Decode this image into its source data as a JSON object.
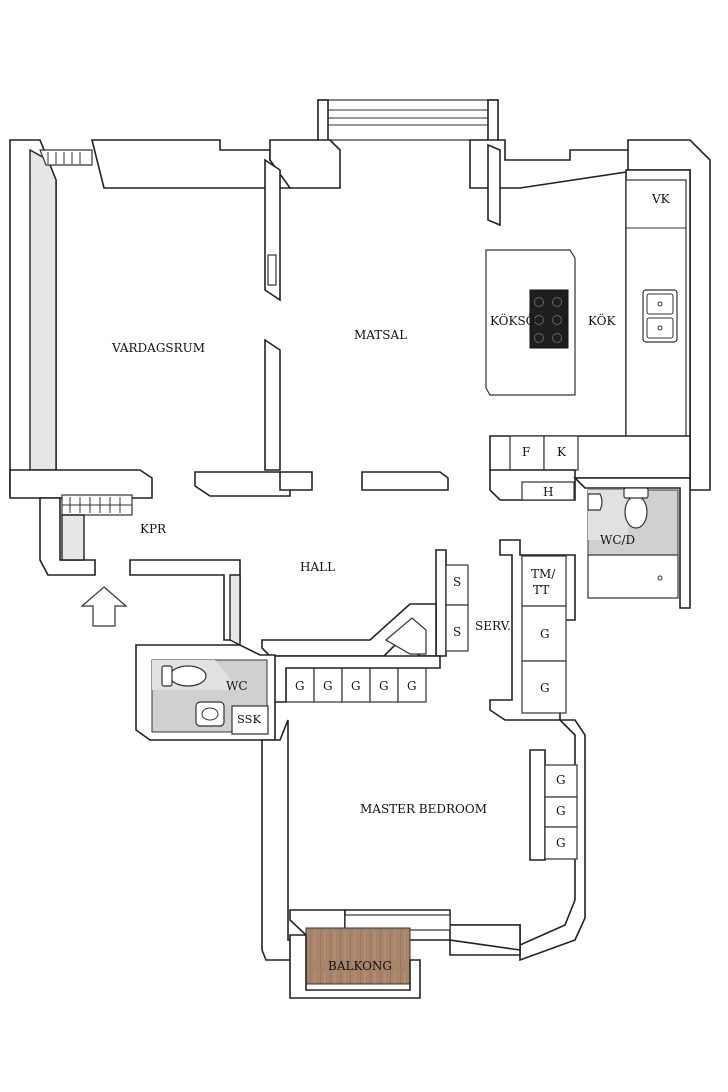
{
  "rooms": {
    "vardagsrum": "VARDAGSRUM",
    "matsal": "MATSAL",
    "kokso": "KÖKSÖ",
    "kok": "KÖK",
    "vk": "VK",
    "kpr": "KPR",
    "hall": "HALL",
    "wc_d": "WC/D",
    "wc": "WC",
    "ssk": "SSK",
    "serv": "SERV.",
    "master_bedroom": "MASTER BEDROOM",
    "balkong": "BALKONG",
    "tm_tt_line1": "TM/",
    "tm_tt_line2": "TT"
  },
  "appliances": {
    "f": "F",
    "k": "K",
    "h": "H"
  },
  "storage": {
    "s_upper": "S",
    "s_lower": "S",
    "g_row": [
      "G",
      "G",
      "G",
      "G",
      "G"
    ],
    "g_serv": [
      "G",
      "G"
    ],
    "g_bedroom": [
      "G",
      "G",
      "G"
    ]
  },
  "colors": {
    "wall": "#ffffff",
    "wet_room_floor": "#d0d0d0",
    "balcony_wood": "#a8846a"
  }
}
